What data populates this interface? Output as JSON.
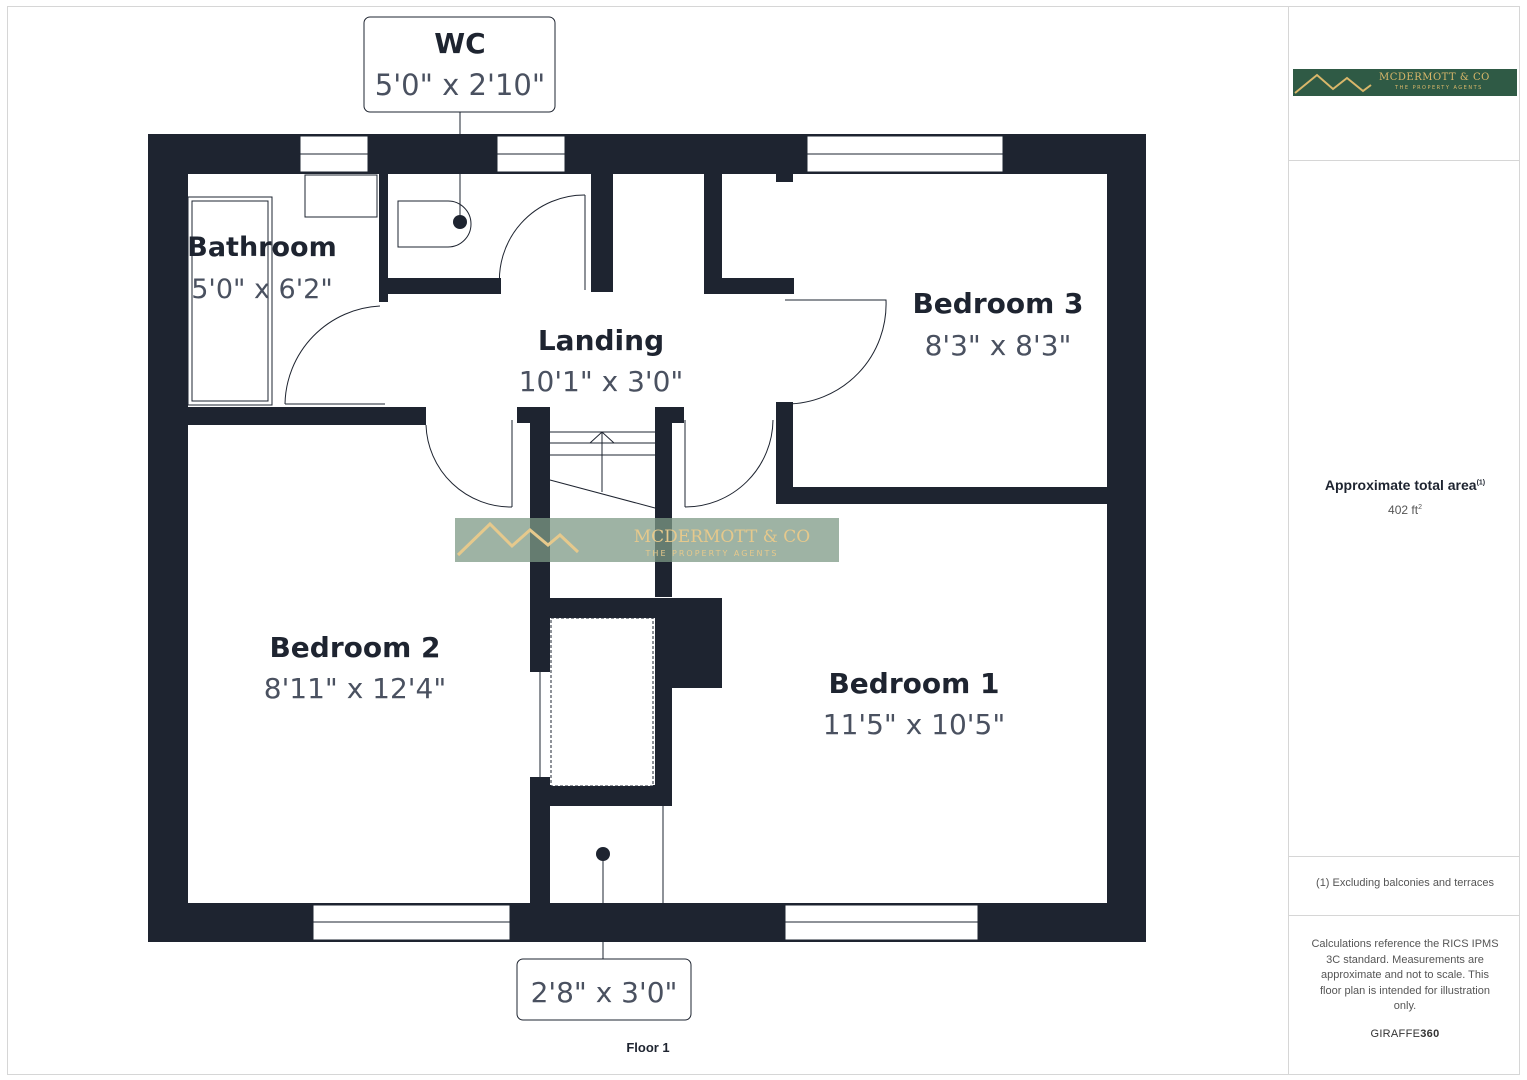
{
  "floor_label": "Floor 1",
  "rooms": {
    "wc": {
      "name": "WC",
      "dims": "5'0\" x 2'10\""
    },
    "bathroom": {
      "name": "Bathroom",
      "dims": "5'0\" x 6'2\""
    },
    "landing": {
      "name": "Landing",
      "dims": "10'1\" x 3'0\""
    },
    "bedroom3": {
      "name": "Bedroom 3",
      "dims": "8'3\" x 8'3\""
    },
    "bedroom2": {
      "name": "Bedroom 2",
      "dims": "8'11\" x 12'4\""
    },
    "bedroom1": {
      "name": "Bedroom 1",
      "dims": "11'5\" x 10'5\""
    },
    "cupboard": {
      "name": "",
      "dims": "2'8\" x 3'0\""
    }
  },
  "brand": {
    "name": "MCDERMOTT & CO",
    "tagline": "THE PROPERTY AGENTS"
  },
  "sidebar": {
    "area_title": "Approximate total area",
    "area_title_note": "(1)",
    "area_value": "402 ft",
    "area_unit_sup": "2",
    "footnote": "(1) Excluding balconies and terraces",
    "calc_note": "Calculations reference the RICS IPMS 3C standard. Measurements are approximate and not to scale. This floor plan is intended for illustration only.",
    "brand_light": "GIRAFFE",
    "brand_bold": "360"
  },
  "colors": {
    "wall": "#1e2430",
    "brand_green": "#2f5a45",
    "brand_gold": "#d9b76a"
  }
}
